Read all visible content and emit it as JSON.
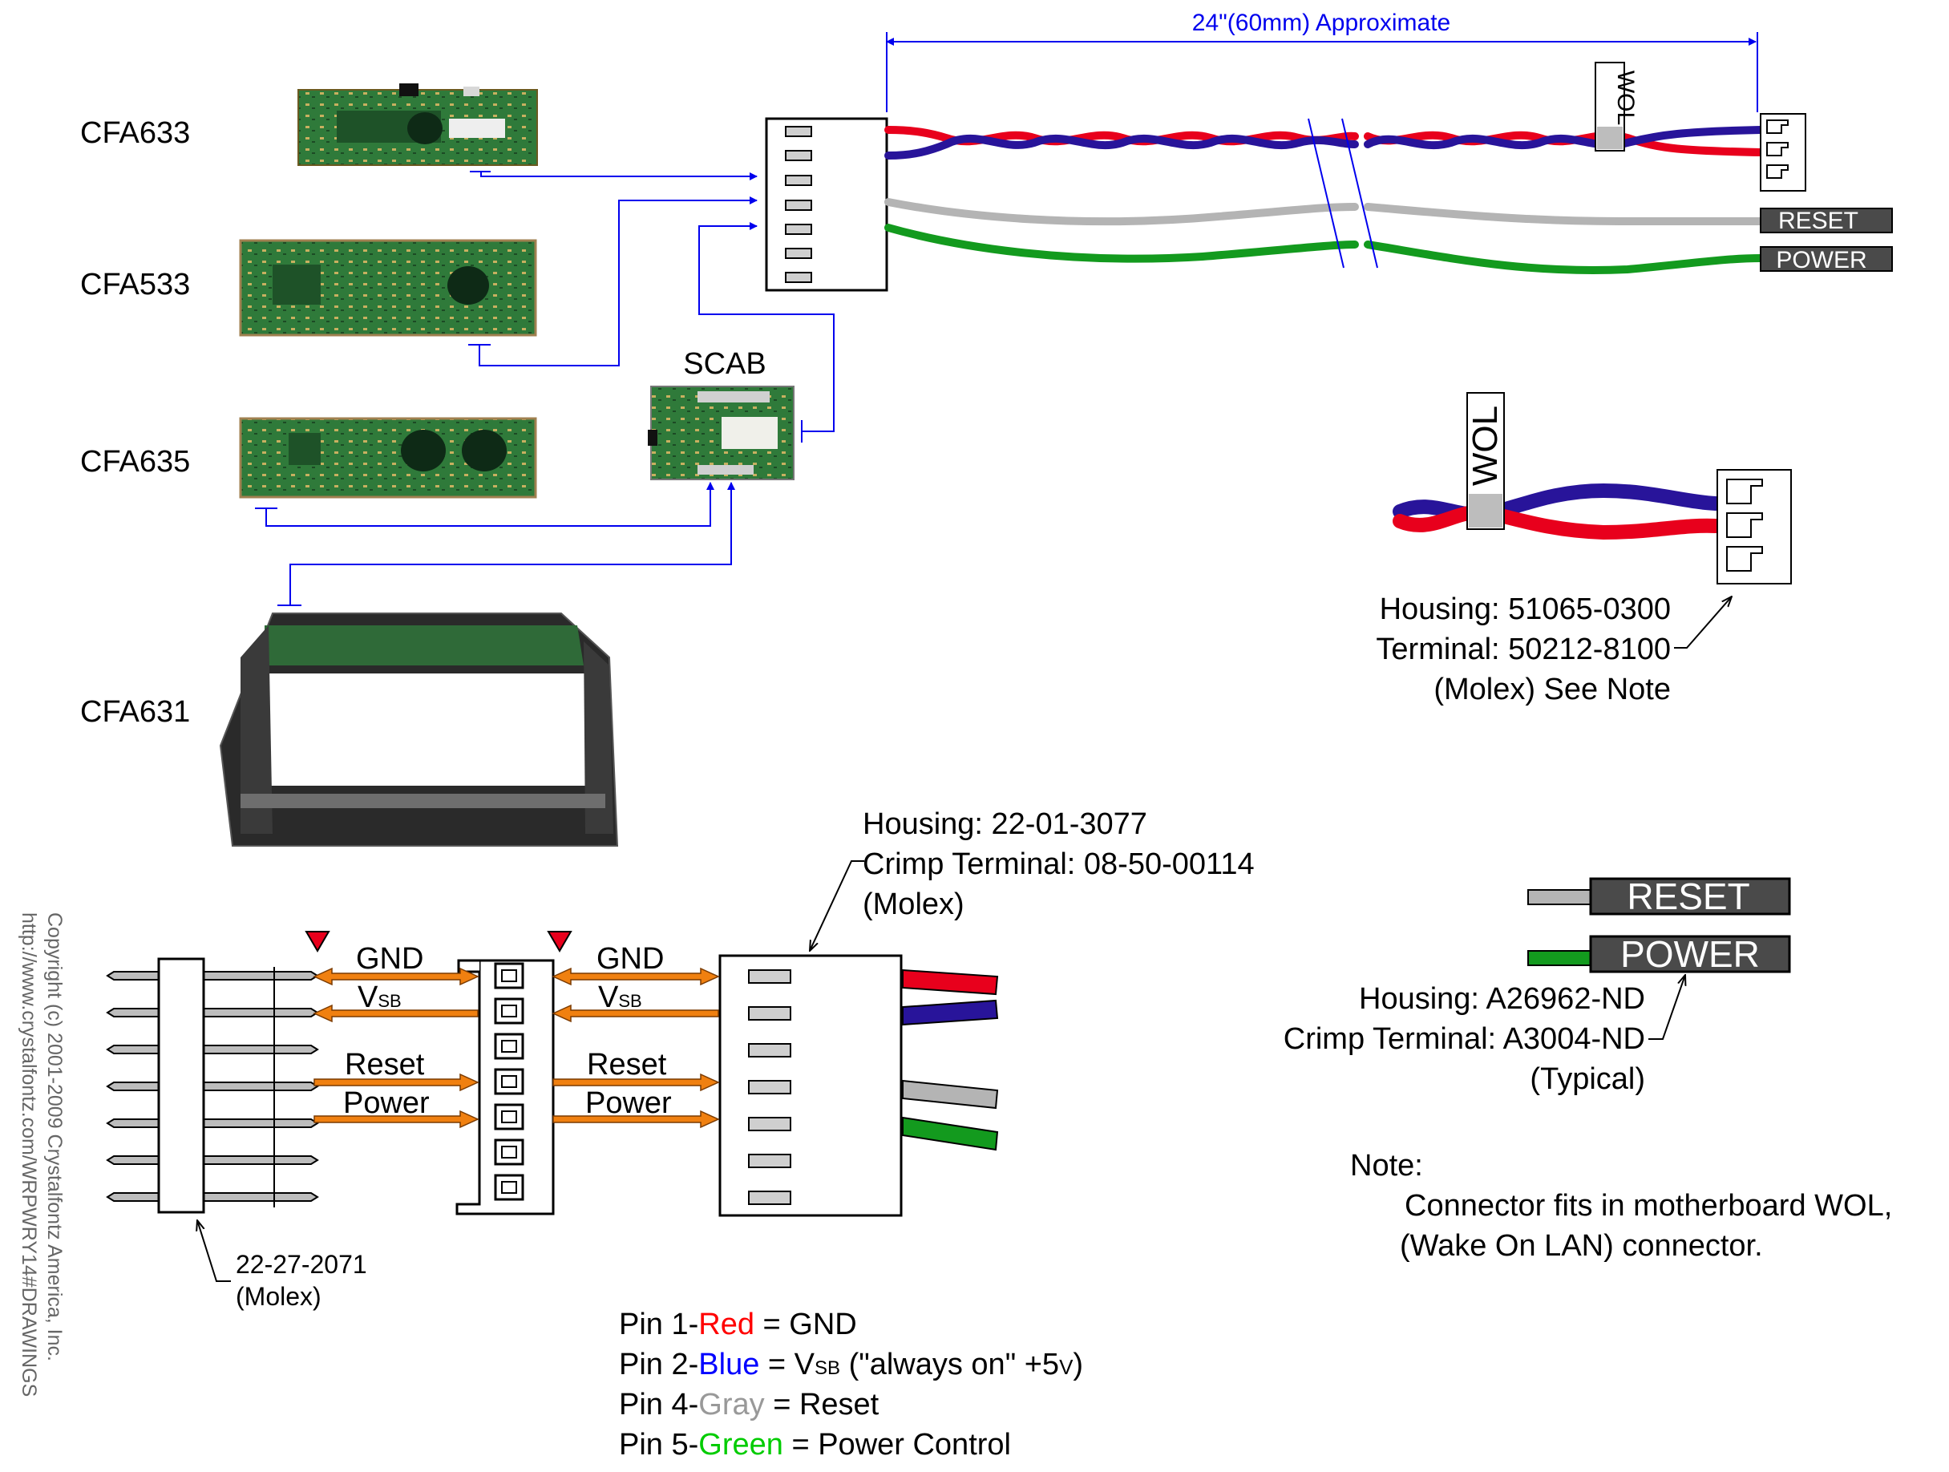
{
  "products": [
    "CFA633",
    "CFA533",
    "CFA635",
    "CFA631"
  ],
  "scab_label": "SCAB",
  "cable": {
    "length_label": "24\"(60mm) Approximate",
    "wol_tag": "WOL",
    "reset_tag": "RESET",
    "power_tag": "POWER"
  },
  "wol_connector": {
    "tag": "WOL",
    "housing": "Housing: 51065-0300",
    "terminal": "Terminal: 50212-8100",
    "molex_note": "(Molex) See Note"
  },
  "main_connector": {
    "housing": "Housing: 22-01-3077",
    "terminal": "Crimp Terminal: 08-50-00114",
    "molex": "(Molex)"
  },
  "header_connector": {
    "part": "22-27-2071",
    "molex": "(Molex)"
  },
  "signals": {
    "gnd": "GND",
    "vsb_main": "V",
    "vsb_sub": "SB",
    "reset": "Reset",
    "power": "Power"
  },
  "reset_power_connector": {
    "reset_tag": "RESET",
    "power_tag": "POWER",
    "housing": "Housing: A26962-ND",
    "terminal": "Crimp Terminal: A3004-ND",
    "typical": "(Typical)"
  },
  "note": {
    "title": "Note:",
    "line1": "Connector fits in motherboard WOL,",
    "line2": "(Wake On LAN) connector."
  },
  "pin_legend": [
    {
      "prefix": "Pin 1-",
      "color_name": "Red",
      "color": "#ff0000",
      "rest": " = GND"
    },
    {
      "prefix": "Pin 2-",
      "color_name": "Blue",
      "color": "#0000ff",
      "rest": " = V",
      "sub": "SB",
      "tail": " (\"always on\" +5",
      "tail_sub": "V",
      "tail_end": ")"
    },
    {
      "prefix": "Pin 4-",
      "color_name": "Gray",
      "color": "#999999",
      "rest": " = Reset"
    },
    {
      "prefix": "Pin 5-",
      "color_name": "Green",
      "color": "#00cc00",
      "rest": " = Power Control"
    }
  ],
  "copyright": {
    "line1": "Copyright (c) 2001-2009 Crystalfontz America, Inc.",
    "line2": "http://www.crystalfontz.com/WRPWRY14#DRAWINGS"
  },
  "colors": {
    "wire_red": "#e8001c",
    "wire_blue": "#28149a",
    "wire_gray": "#b4b4b4",
    "wire_green": "#139a1e",
    "signal_arrow": "#f08010",
    "leader_blue": "#0000ee",
    "pcb_green": "#2f7a3a",
    "tag_dark": "#4a4a4a"
  }
}
